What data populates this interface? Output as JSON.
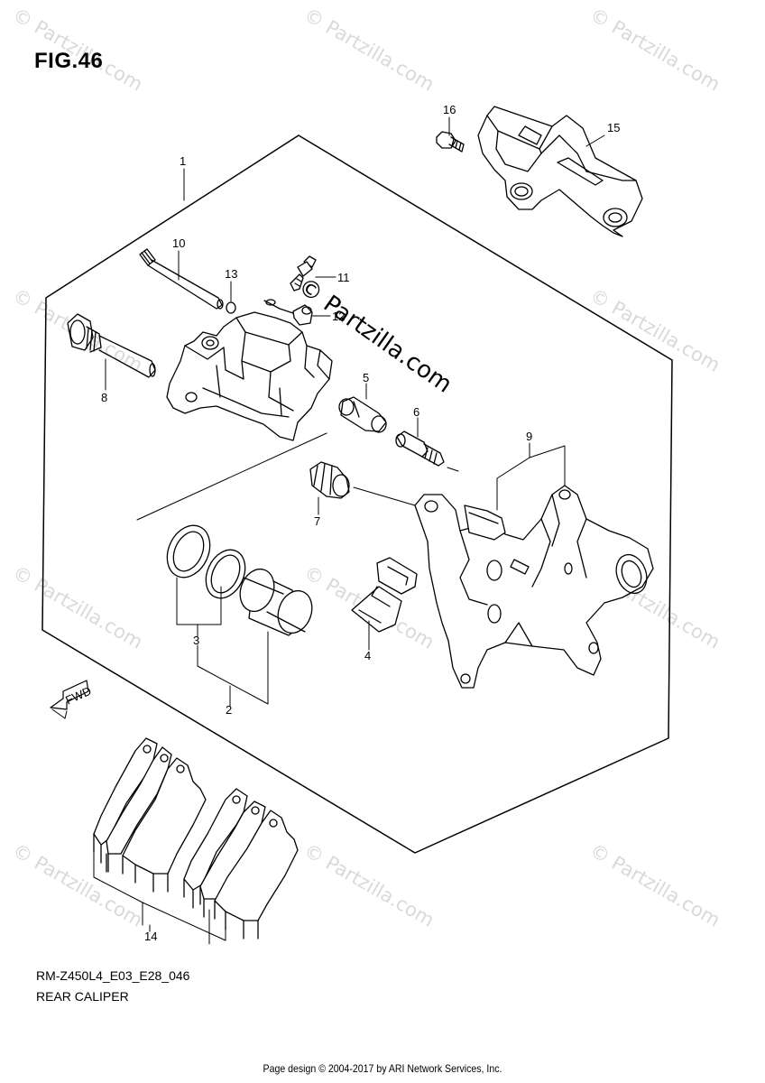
{
  "figure_title": "FIG.46",
  "model_code": "RM-Z450L4_E03_E28_046",
  "subtitle": "REAR CALIPER",
  "footer_text": "Page design © 2004-2017 by ARI Network Services, Inc.",
  "watermark_text": "© Partzilla.com",
  "fwd_label": "FWD",
  "callouts": [
    "1",
    "2",
    "3",
    "4",
    "5",
    "6",
    "7",
    "8",
    "9",
    "10",
    "11",
    "12",
    "13",
    "14",
    "15",
    "16"
  ]
}
